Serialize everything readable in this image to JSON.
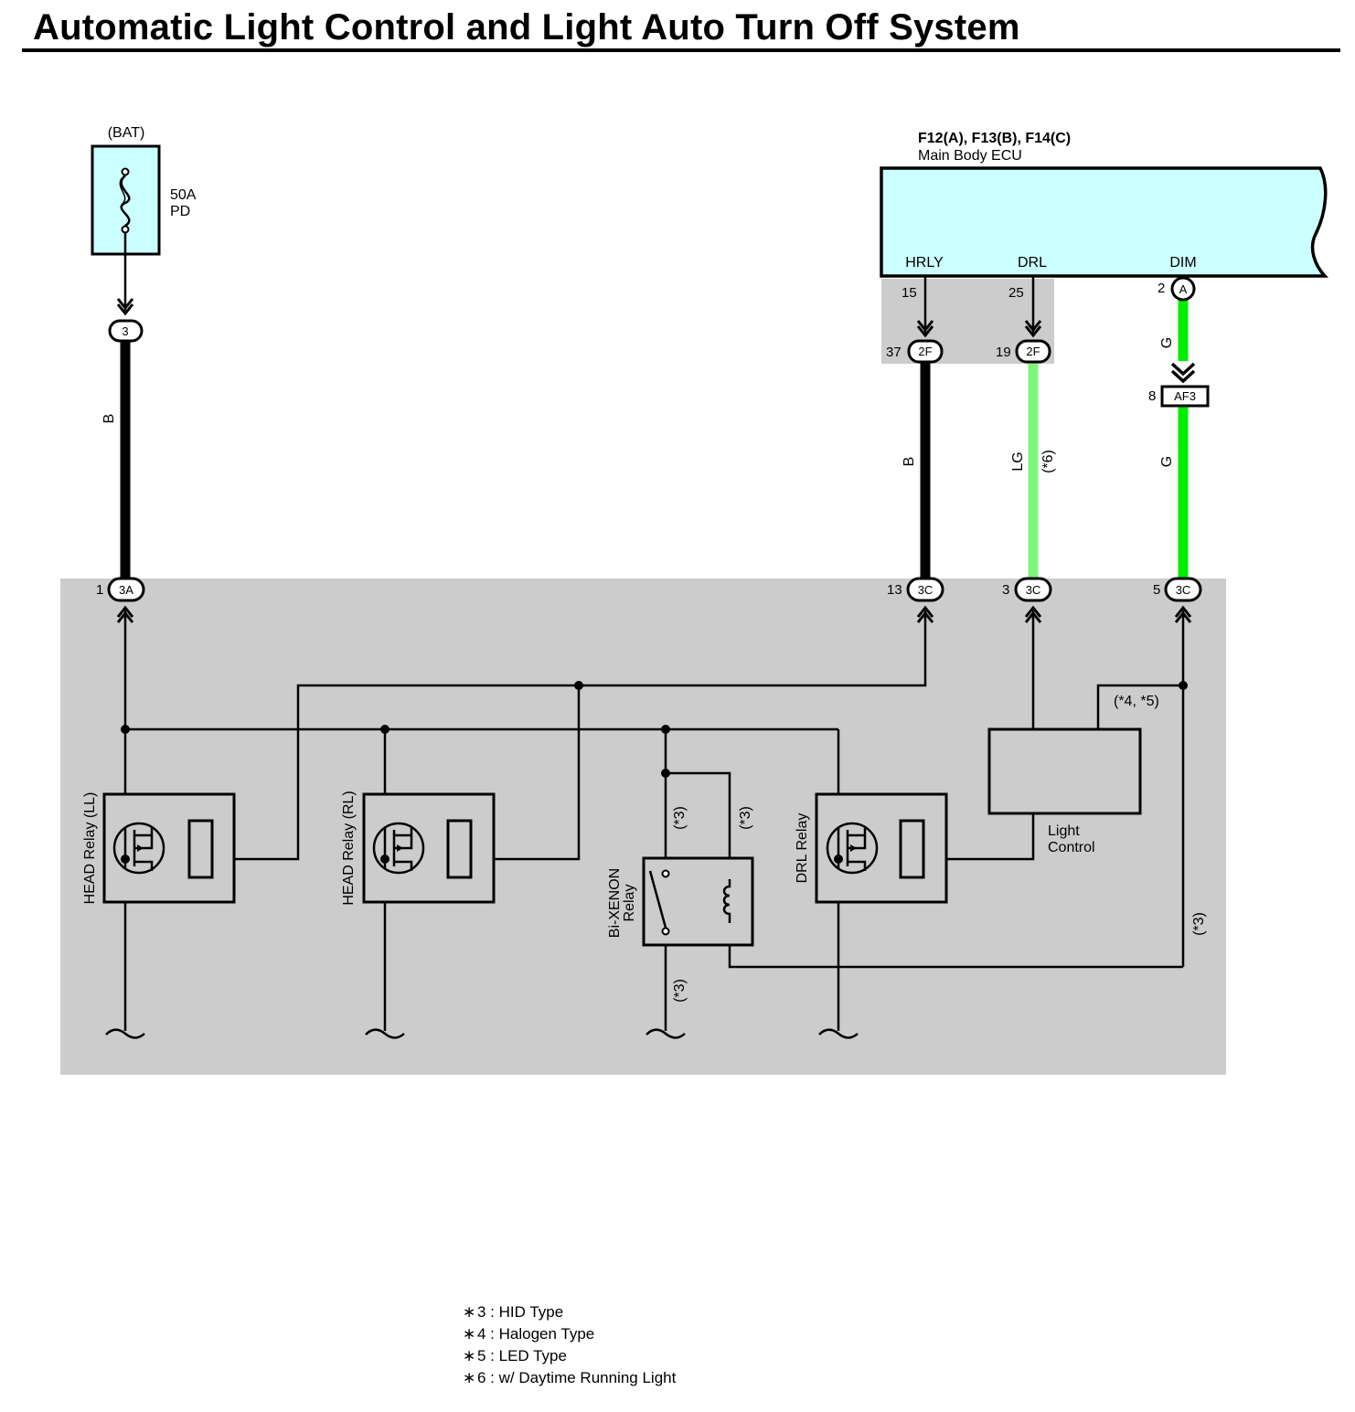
{
  "title": "Automatic Light Control and Light Auto Turn Off System",
  "colors": {
    "shaded_area": "#cccccc",
    "ecu_fill": "#ccffff",
    "wire_black": "#000000",
    "wire_light_green": "#7ff57a",
    "wire_green": "#00ee00"
  },
  "fuse": {
    "source": "(BAT)",
    "rating": "50A",
    "name": "PD"
  },
  "ecu": {
    "connectors": "F12(A), F13(B), F14(C)",
    "name": "Main Body ECU"
  },
  "terminals": {
    "hrly": "HRLY",
    "drl": "DRL",
    "dim": "DIM"
  },
  "pins": {
    "fuse_out": "3",
    "bat_in": "1",
    "hrly_ecu": "15",
    "hrly_joint": "37",
    "drl_ecu": "25",
    "drl_joint": "19",
    "dim_ecu": "2",
    "af3": "8",
    "hrly_in": "13",
    "drl_in": "3",
    "dim_in": "5"
  },
  "connectors": {
    "fuse_out": "3",
    "bat_in": "3A",
    "hrly_joint": "2F",
    "drl_joint": "2F",
    "dim_ecu": "A",
    "af3": "AF3",
    "hrly_in": "3C",
    "drl_in": "3C",
    "dim_in": "3C"
  },
  "wire_colors": {
    "battery": "B",
    "hrly": "B",
    "drl": "LG",
    "dim_upper": "G",
    "dim_lower": "G"
  },
  "conditions": {
    "drl_wire": "(*6)",
    "light_control": "(*4, *5)",
    "hid": "(*3)"
  },
  "components": {
    "head_relay_ll": "HEAD Relay (LL)",
    "head_relay_rl": "HEAD Relay (RL)",
    "drl_relay": "DRL Relay",
    "bixenon_relay": [
      "Bi-XENON",
      "Relay"
    ],
    "light_control": [
      "Light",
      "Control"
    ]
  },
  "notes": [
    {
      "symbol": "∗",
      "text": "3 : HID Type"
    },
    {
      "symbol": "∗",
      "text": "4 : Halogen Type"
    },
    {
      "symbol": "∗",
      "text": "5 : LED Type"
    },
    {
      "symbol": "∗",
      "text": "6 : w/ Daytime Running Light"
    }
  ]
}
